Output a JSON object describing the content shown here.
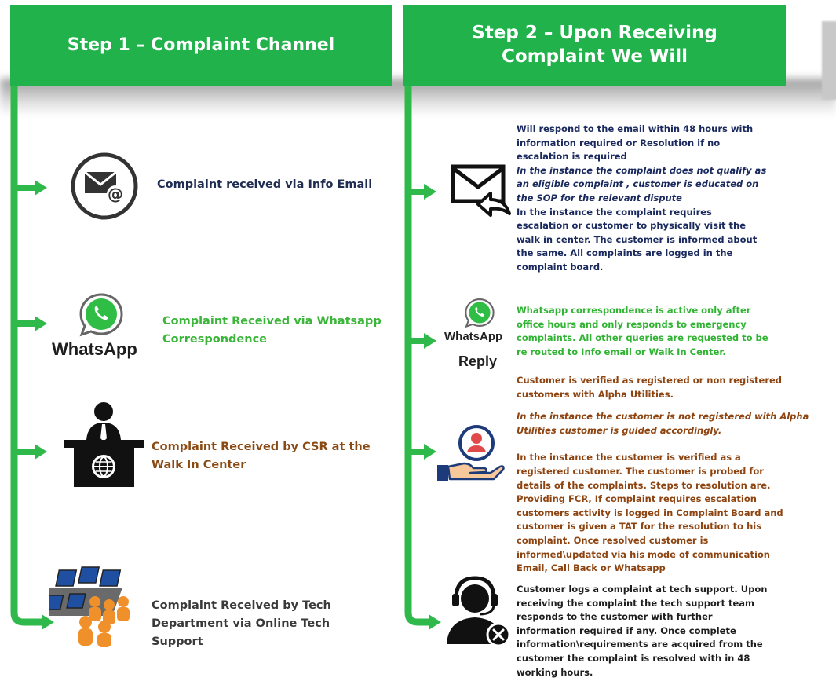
{
  "headers": {
    "step1": "Step 1 – Complaint  Channel",
    "step2_line1": "Step 2 – Upon  Receiving",
    "step2_line2": "Complaint  We Will"
  },
  "step1": {
    "email": "Complaint  received via Info Email",
    "whatsapp_line1": "Complaint Received via Whatsapp",
    "whatsapp_line2": "Correspondence",
    "csr_line1": "Complaint Received by CSR at the",
    "csr_line2": "Walk In Center",
    "tech_line1": "Complaint Received by Tech",
    "tech_line2": "Department via Online Tech",
    "tech_line3": "Support",
    "whatsapp_logo_text": "WhatsApp"
  },
  "step2": {
    "email_lines": [
      "Will respond to the email within 48 hours with",
      "information required or  Resolution if no",
      "escalation is required"
    ],
    "email_italic_lines": [
      "In the instance the complaint does not qualify as",
      "an eligible complaint , customer is educated on",
      "the SOP for the relevant  dispute"
    ],
    "email_lines_2": [
      "In the instance the complaint requires",
      "escalation or customer to physically visit the",
      "walk in center. The customer is informed about",
      "the same. All complaints are logged in the",
      "complaint board."
    ],
    "whatsapp_lines": [
      "Whatsapp  correspondence is active only after",
      "office hours and only responds to emergency",
      "complaints. All other queries are requested to be",
      "re routed to Info email or Walk In Center."
    ],
    "whatsapp_logo_text": "WhatsApp",
    "reply_label": "Reply",
    "csr_lines_1": [
      "Customer is verified as registered or non registered",
      "customers with Alpha Utilities."
    ],
    "csr_italic_lines": [
      "In the instance the customer is not registered with Alpha",
      "Utilities customer is guided accordingly."
    ],
    "csr_lines_2": [
      "In the instance the customer is verified as a",
      "registered customer. The customer is probed for",
      "details of the complaints.  Steps to resolution are.",
      "Providing FCR, If complaint  requires escalation",
      "customers activity is logged in Complaint Board and",
      "customer is given a TAT for the resolution to his",
      "complaint. Once resolved customer is",
      "informed\\updated via his mode of communication",
      "Email, Call Back or Whatsapp"
    ],
    "tech_lines": [
      "Customer logs a complaint at tech support. Upon",
      "receiving the complaint the tech support team",
      "responds to the customer with further",
      "information required if any. Once complete",
      "information\\requirements are acquired from the",
      "customer the complaint is resolved with in 48",
      "working hours."
    ]
  },
  "colors": {
    "header_green": "#22b24c",
    "connector_green": "#2fb94b",
    "navy_text": "#1f2d52",
    "green_text": "#3bb63a",
    "brown_text": "#8a4a14"
  },
  "icons": {
    "step1": [
      "email-at-icon",
      "whatsapp-icon",
      "csr-desk-icon",
      "tech-support-team-icon"
    ],
    "step2": [
      "email-reply-icon",
      "whatsapp-icon",
      "customer-care-hand-icon",
      "headset-agent-icon"
    ]
  }
}
